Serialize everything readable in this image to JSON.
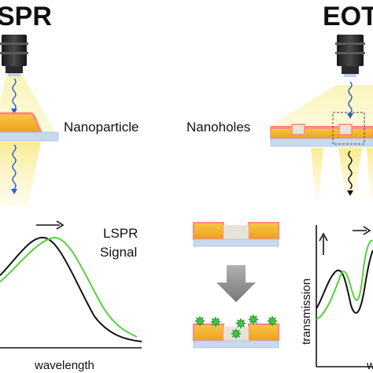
{
  "left_panel": {
    "title": "SPR",
    "particle_label": "Nanoparticle",
    "signal_label_line1": "LSPR",
    "signal_label_line2": "Signal",
    "x_axis_label": "wavelength"
  },
  "right_panel": {
    "title": "EOT",
    "holes_label": "Nanoholes",
    "y_axis_label": "transmission",
    "x_axis_label": "w"
  },
  "colors": {
    "gold": "#f2b12c",
    "gold_light": "#fbe38a",
    "rim": "#ff8a78",
    "glass": "#c8d8ee",
    "beam": "#fbf1a8",
    "shifted_curve": "#54d23c",
    "original_curve": "#111111",
    "arrow_gray": "#8a8a8a",
    "binder_green": "#3cc83c",
    "wave_blue": "#2b5fcf"
  },
  "icons": [
    "camera-icon",
    "light-wave-icon",
    "gray-down-arrow-icon",
    "shift-arrow-icon"
  ]
}
